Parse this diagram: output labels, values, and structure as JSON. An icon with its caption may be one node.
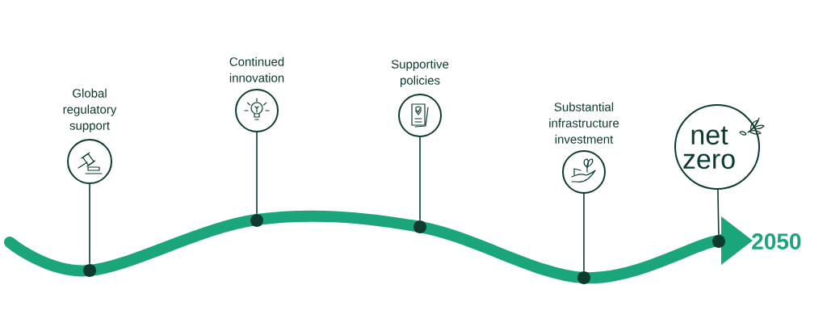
{
  "diagram": {
    "nodes": [
      {
        "text": [
          "Global regulatory support"
        ]
      },
      {
        "text": [
          "Continued innovation"
        ]
      },
      {
        "text": [
          "Supportive policies"
        ]
      },
      {
        "text": [
          "Substantial infrastructure investment"
        ]
      },
      {
        "text": [
          "net zero"
        ]
      },
      {
        "text": [],
        "shape": "circle"
      },
      {
        "text": [],
        "shape": "circle"
      },
      {
        "text": [],
        "shape": "circle"
      },
      {
        "text": [],
        "shape": "circle"
      },
      {
        "text": [],
        "shape": "circle"
      }
    ],
    "edges": [
      {
        "from": 0,
        "to": 5,
        "arrow": "none"
      },
      {
        "from": 1,
        "to": 6,
        "arrow": "none"
      },
      {
        "from": 2,
        "to": 7,
        "arrow": "none"
      },
      {
        "from": 3,
        "to": 8,
        "arrow": "none"
      },
      {
        "from": 4,
        "to": 9,
        "arrow": "none"
      }
    ],
    "labels": [
      "2050"
    ]
  }
}
